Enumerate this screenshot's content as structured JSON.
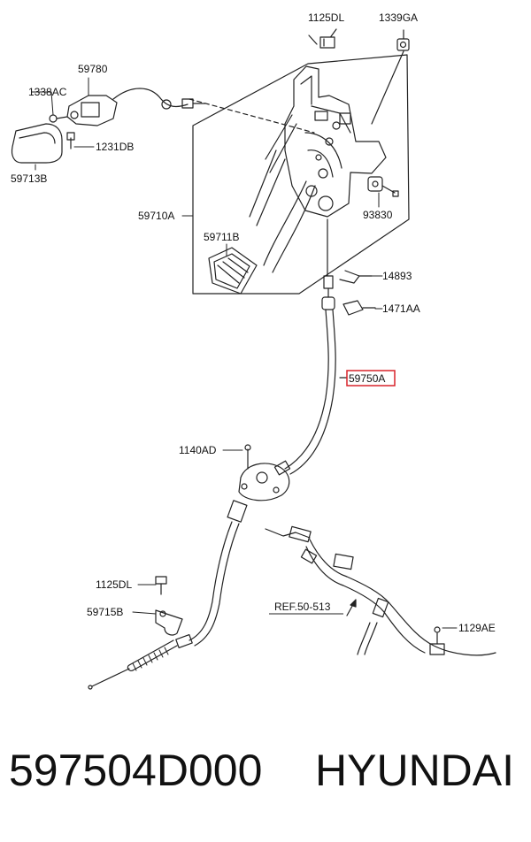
{
  "diagram": {
    "labels": {
      "l1125dl_top": "1125DL",
      "l1339ga": "1339GA",
      "l59780": "59780",
      "l1338ac": "1338AC",
      "l1231db": "1231DB",
      "l59713b": "59713B",
      "l59710a": "59710A",
      "l93830": "93830",
      "l59711b": "59711B",
      "l14893": "14893",
      "l1471aa": "1471AA",
      "l59750a": "59750A",
      "l1140ad": "1140AD",
      "l1125dl_bottom": "1125DL",
      "l59715b": "59715B",
      "lref": "REF.50-513",
      "l1129ae": "1129AE"
    },
    "highlight_color": "#d8232a"
  },
  "footer": {
    "part_number": "597504D000",
    "brand": "HYUNDAI"
  }
}
